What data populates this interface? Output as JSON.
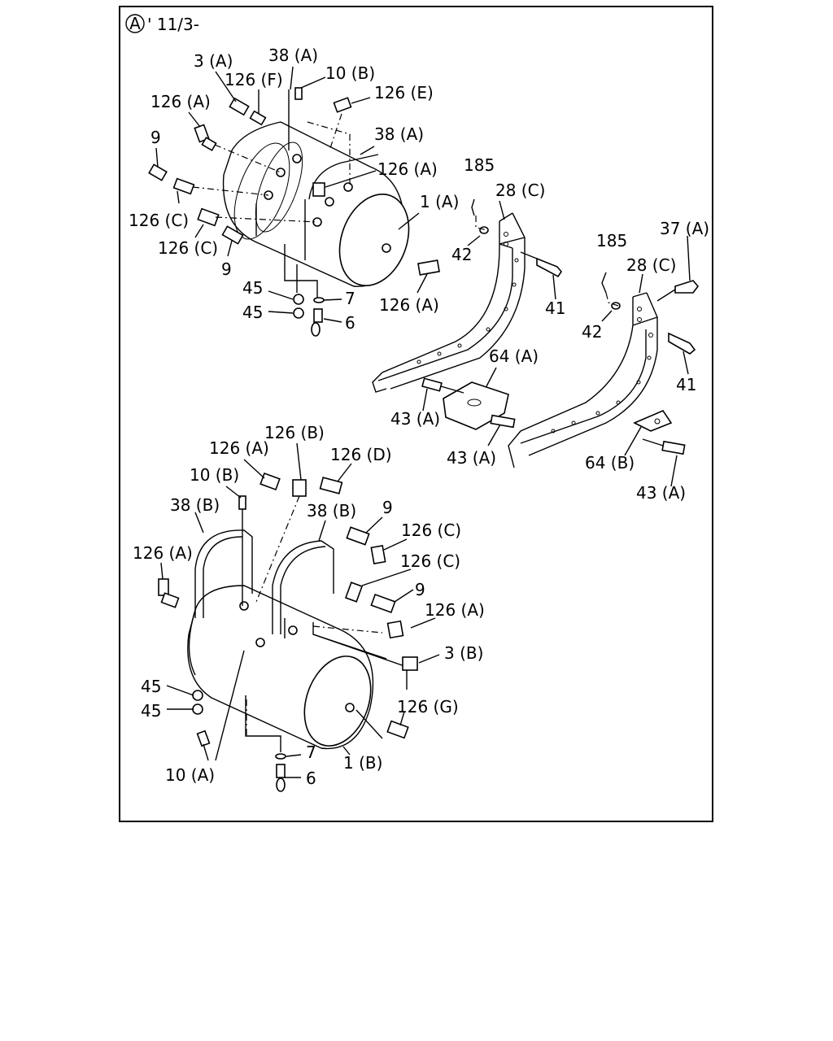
{
  "header": {
    "circle_letter": "A",
    "code": "' 11/3-"
  },
  "labels": {
    "l_3a": "3 (A)",
    "l_38a_top": "38 (A)",
    "l_126f": "126 (F)",
    "l_10b_top": "10 (B)",
    "l_126e": "126 (E)",
    "l_126a_1": "126 (A)",
    "l_38a_mid": "38 (A)",
    "l_9_1": "9",
    "l_126a_2": "126 (A)",
    "l_185_1": "185",
    "l_28c_1": "28 (C)",
    "l_1a": "1 (A)",
    "l_126c_1": "126 (C)",
    "l_126c_2": "126 (C)",
    "l_9_2": "9",
    "l_42_1": "42",
    "l_185_2": "185",
    "l_37a": "37 (A)",
    "l_28c_2": "28 (C)",
    "l_41_1": "41",
    "l_45_1": "45",
    "l_7_1": "7",
    "l_126a_3": "126 (A)",
    "l_45_2": "45",
    "l_6_1": "6",
    "l_42_2": "42",
    "l_64a": "64 (A)",
    "l_41_2": "41",
    "l_43a_1": "43 (A)",
    "l_43a_2": "43 (A)",
    "l_64b": "64 (B)",
    "l_43a_3": "43 (A)",
    "l_126b": "126 (B)",
    "l_126a_4": "126 (A)",
    "l_126d": "126 (D)",
    "l_10b_bot": "10 (B)",
    "l_38b_1": "38 (B)",
    "l_38b_2": "38 (B)",
    "l_9_3": "9",
    "l_126c_3": "126 (C)",
    "l_126a_5": "126 (A)",
    "l_126c_4": "126 (C)",
    "l_9_4": "9",
    "l_126a_6": "126 (A)",
    "l_3b": "3 (B)",
    "l_45_3": "45",
    "l_45_4": "45",
    "l_126g": "126 (G)",
    "l_7_2": "7",
    "l_1b": "1 (B)",
    "l_10a": "10 (A)",
    "l_6_2": "6"
  }
}
